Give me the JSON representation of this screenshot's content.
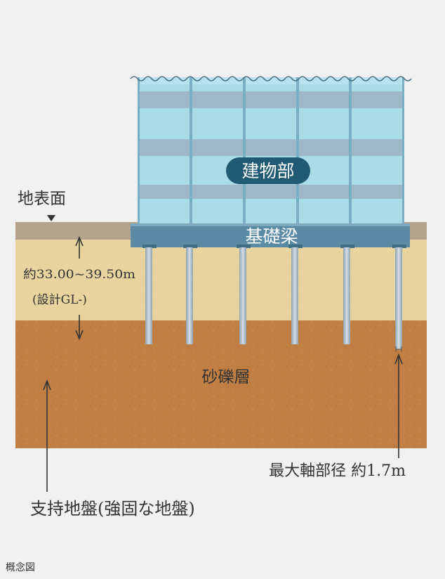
{
  "labels": {
    "building": "建物部",
    "foundation_beam": "基礎梁",
    "ground_surface": "地表面",
    "depth_line1": "約33.00~39.50m",
    "depth_line2": "(設計GL-)",
    "gravel_layer": "砂礫層",
    "max_shaft_diameter": "最大軸部径 約1.7m",
    "support_ground": "支持地盤(強固な地盤)",
    "caption": "概念図"
  },
  "colors": {
    "background": "#f1f1f1",
    "surface_soil": "#b3a38c",
    "sand_layer": "#e7d49e",
    "gravel": "#c27f44",
    "glass": "#a9dbe9",
    "glass_band": "#9fb8c8",
    "mullion": "#7aaec4",
    "beam": "#5a8aa4",
    "pile": "#a9bbc6",
    "badge": "#215a73",
    "text": "#333333"
  },
  "icons": [
    "down-triangle-icon",
    "double-arrow-icon",
    "up-arrow-icon",
    "wavy-roof-icon"
  ]
}
